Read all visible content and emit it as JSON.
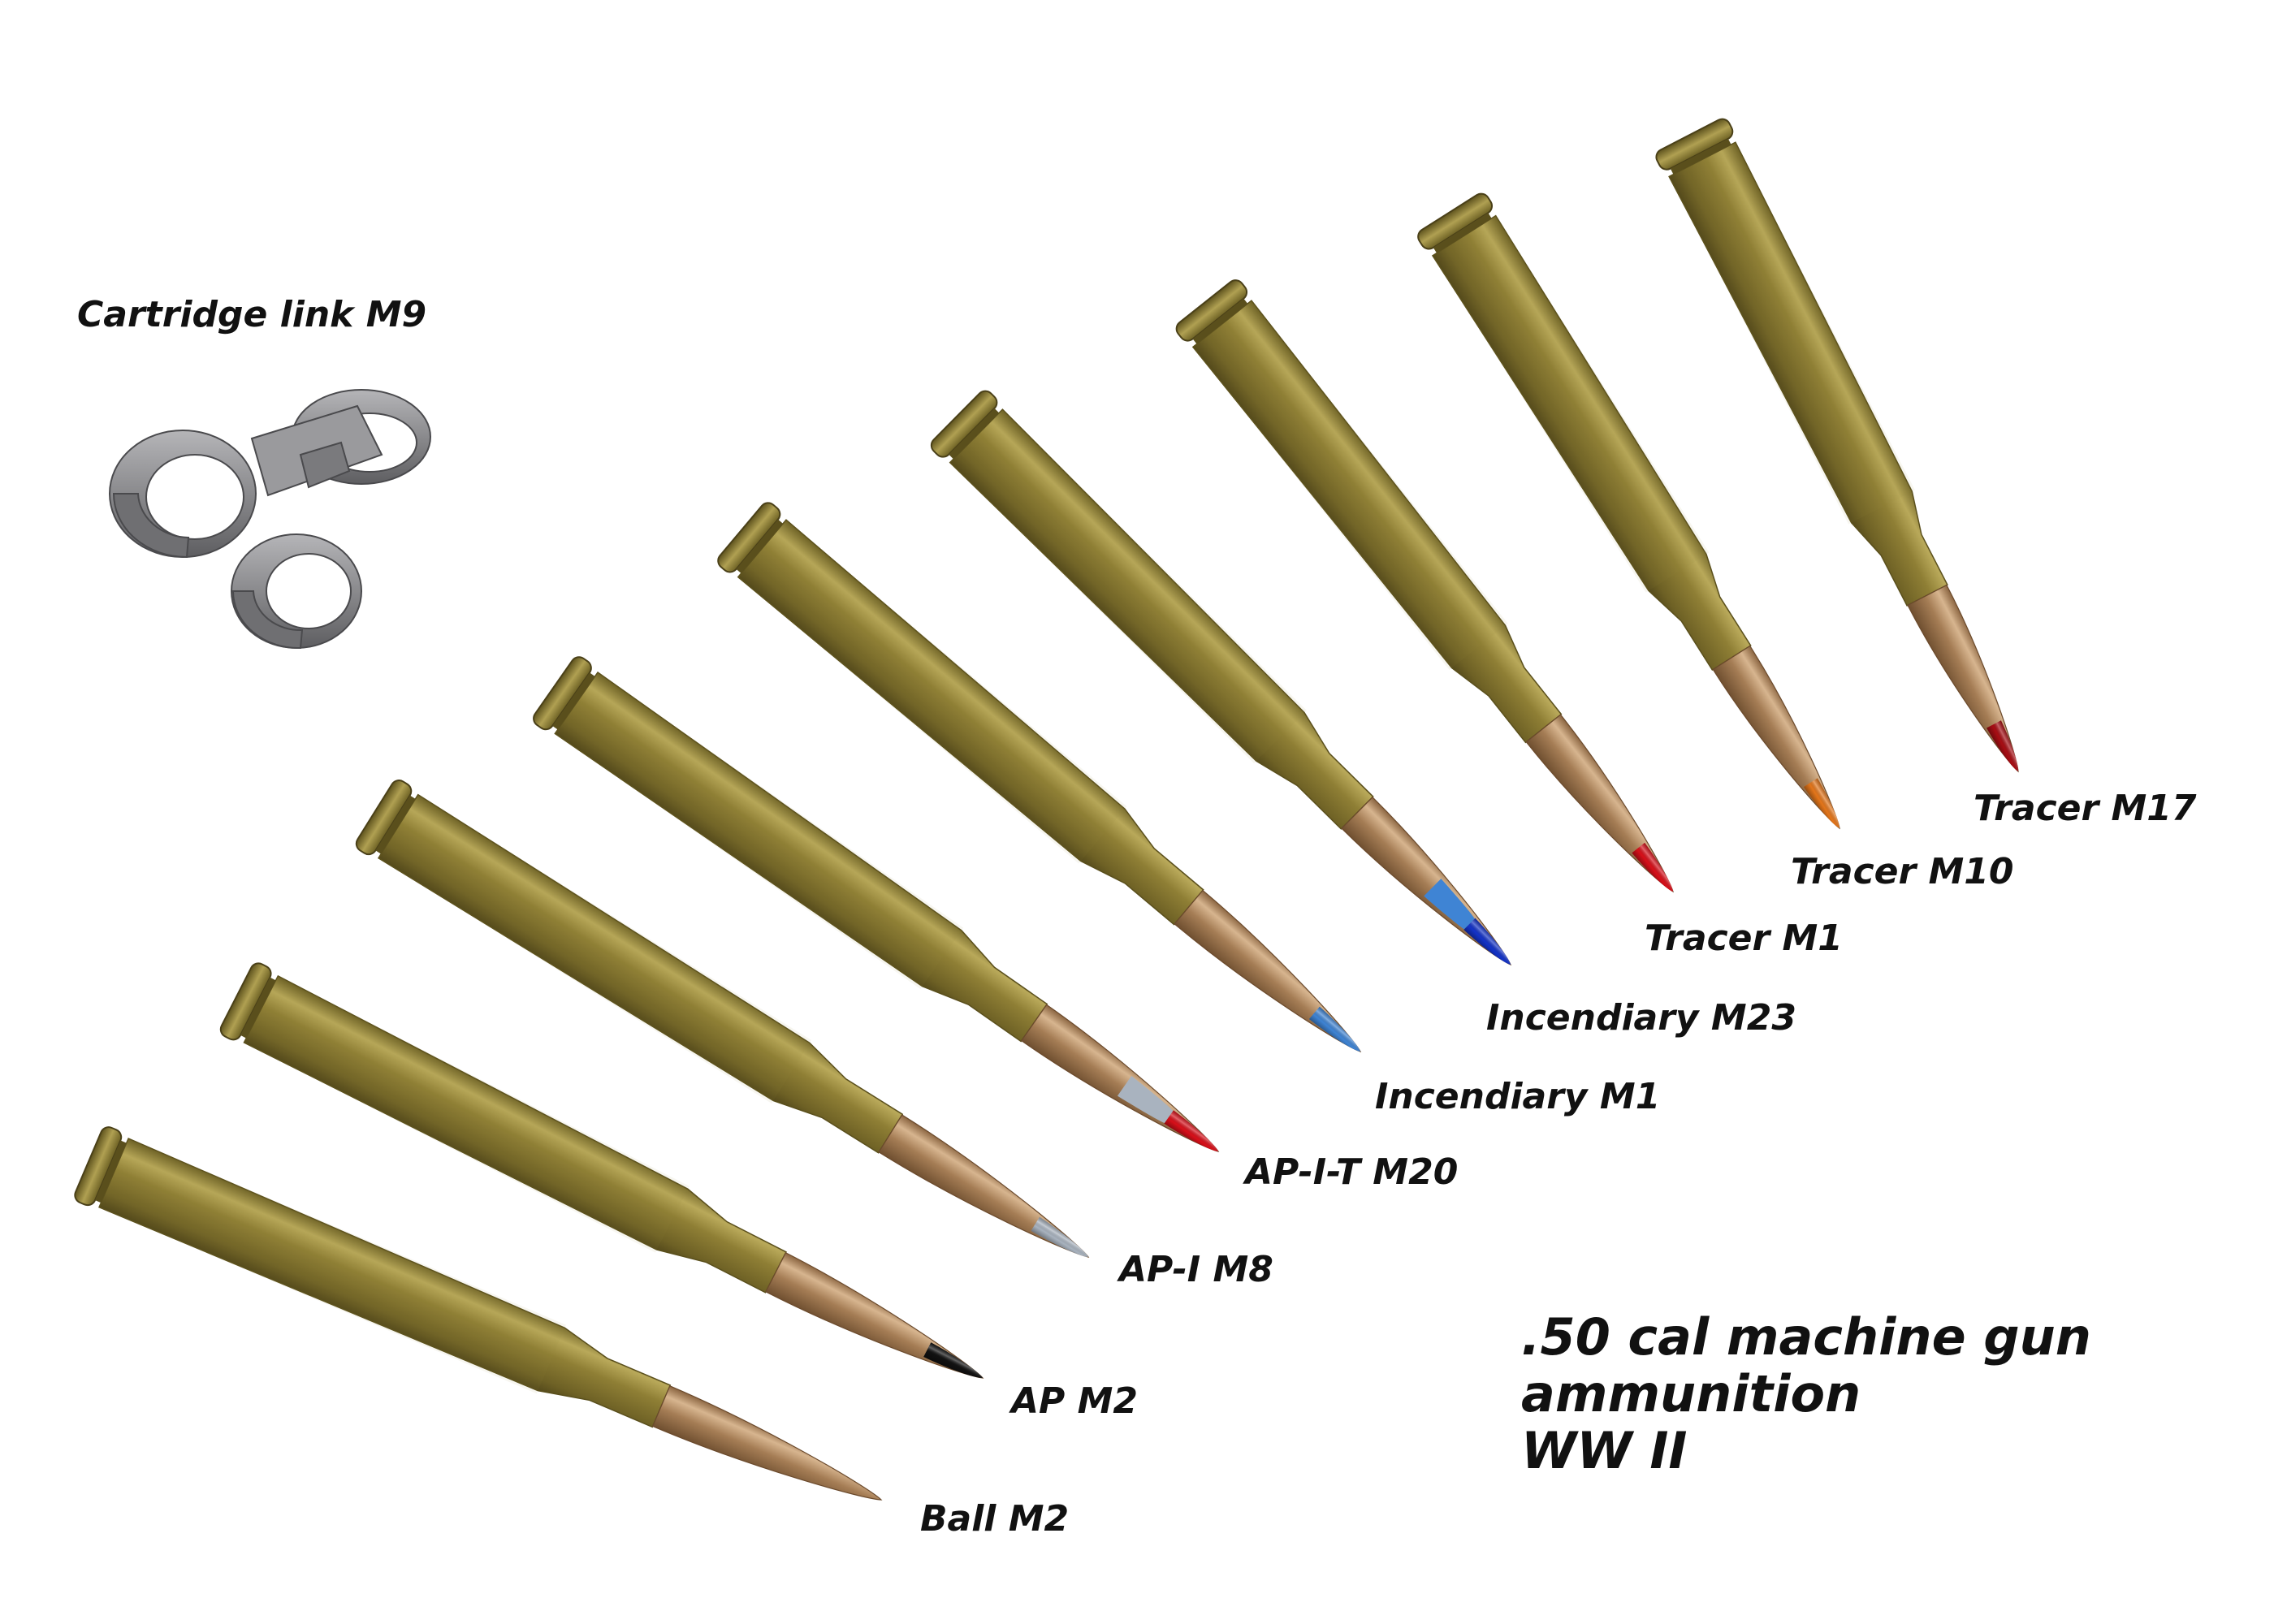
{
  "link": {
    "label": "Cartridge link M9",
    "color": "#8f8f91"
  },
  "cartridges": [
    {
      "label": "Ball M2",
      "tip_color": "",
      "bullet_color": "#b48a5e"
    },
    {
      "label": "AP M2",
      "tip_color": "#111111",
      "bullet_color": "#b48a5e"
    },
    {
      "label": "AP-I M8",
      "tip_color": "#a9b3bf",
      "bullet_color": "#b48a5e"
    },
    {
      "label": "AP-I-T M20",
      "tip_color": "#d8101a",
      "band_color": "#a9b3bf",
      "bullet_color": "#b48a5e"
    },
    {
      "label": "Incendiary M1",
      "tip_color": "#3f84d4",
      "bullet_color": "#b48a5e"
    },
    {
      "label": "Incendiary M23",
      "tip_color": "#1433c8",
      "band_color": "#3f84d4",
      "bullet_color": "#b48a5e"
    },
    {
      "label": "Tracer M1",
      "tip_color": "#d8101a",
      "bullet_color": "#b48a5e"
    },
    {
      "label": "Tracer M10",
      "tip_color": "#e4761b",
      "bullet_color": "#b48a5e"
    },
    {
      "label": "Tracer M17",
      "tip_color": "#a80e14",
      "bullet_color": "#b48a5e"
    }
  ],
  "case_color": "#9c8b3a",
  "title": {
    "line1": ".50 cal machine gun",
    "line2": "ammunition",
    "line3": "WW II"
  }
}
